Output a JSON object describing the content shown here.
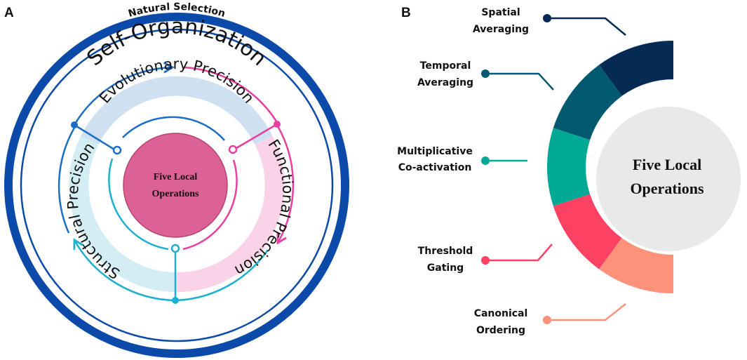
{
  "panel_a": {
    "label": "A",
    "outer_ring_label": "Natural Selection",
    "second_ring_label": "Self-Organization",
    "segments": [
      {
        "label": "Evolutionary Precision",
        "band_color": "#cfe0f1",
        "line_color": "#1a6fc4"
      },
      {
        "label": "Functional Precision",
        "band_color": "#fbd3e8",
        "line_color": "#e83fa0"
      },
      {
        "label": "Structural Precision",
        "band_color": "#d3edf5",
        "line_color": "#1eb0cf"
      }
    ],
    "center_label_line1": "Five Local",
    "center_label_line2": "Operations",
    "colors": {
      "outer_ring": "#0b4aa8",
      "center_fill": "#dc6196",
      "center_stroke": "#b8436f"
    }
  },
  "panel_b": {
    "label": "B",
    "center_label_line1": "Five Local",
    "center_label_line2": "Operations",
    "center_fill": "#e8e9e9",
    "operations": [
      {
        "line1": "Spatial",
        "line2": "Averaging",
        "color": "#052b55"
      },
      {
        "line1": "Temporal",
        "line2": "Averaging",
        "color": "#035a70"
      },
      {
        "line1": "Multiplicative",
        "line2": "Co-activation",
        "color": "#00a996"
      },
      {
        "line1": "Threshold",
        "line2": "Gating",
        "color": "#fd4162"
      },
      {
        "line1": "Canonical",
        "line2": "Ordering",
        "color": "#fd917a"
      }
    ]
  }
}
